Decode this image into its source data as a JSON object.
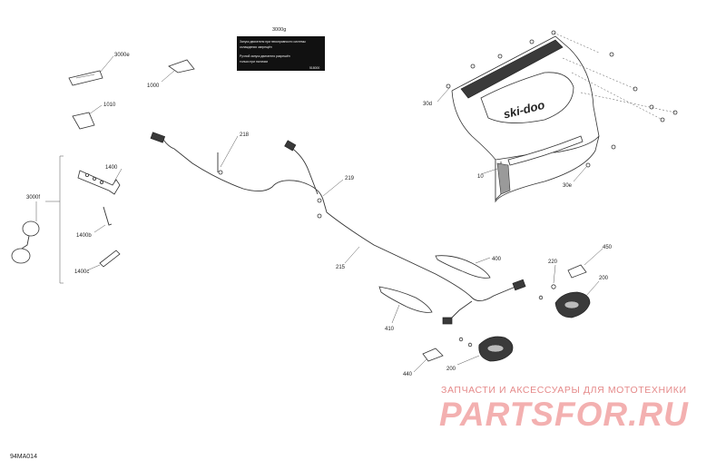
{
  "callouts": {
    "c3000g": "3000g",
    "c3000e": "3000e",
    "c1000": "1000",
    "c1010": "1010",
    "c1400": "1400",
    "c1400b": "1400b",
    "c1400c": "1400c",
    "c3000f": "3000f",
    "c218": "218",
    "c219": "219",
    "c215": "215",
    "c30d": "30d",
    "c10": "10",
    "c30e": "30e",
    "c400": "400",
    "c410": "410",
    "c220": "220",
    "c450": "450",
    "c200a": "200",
    "c200b": "200",
    "c440": "440"
  },
  "decal": {
    "line1": "Запуск двигателя при неисправности системы",
    "line2": "охлаждения запрещён",
    "line3": "Ручной запуск двигателя разрешён",
    "line4": "только при наличии",
    "code": "518000"
  },
  "hood_brand": "ski-doo",
  "watermark": {
    "tagline": "ЗАПЧАСТИ И АКСЕССУАРЫ ДЛЯ МОТОТЕХНИКИ",
    "logo": "PARTSFOR.RU"
  },
  "figure_ref": "94MA014"
}
